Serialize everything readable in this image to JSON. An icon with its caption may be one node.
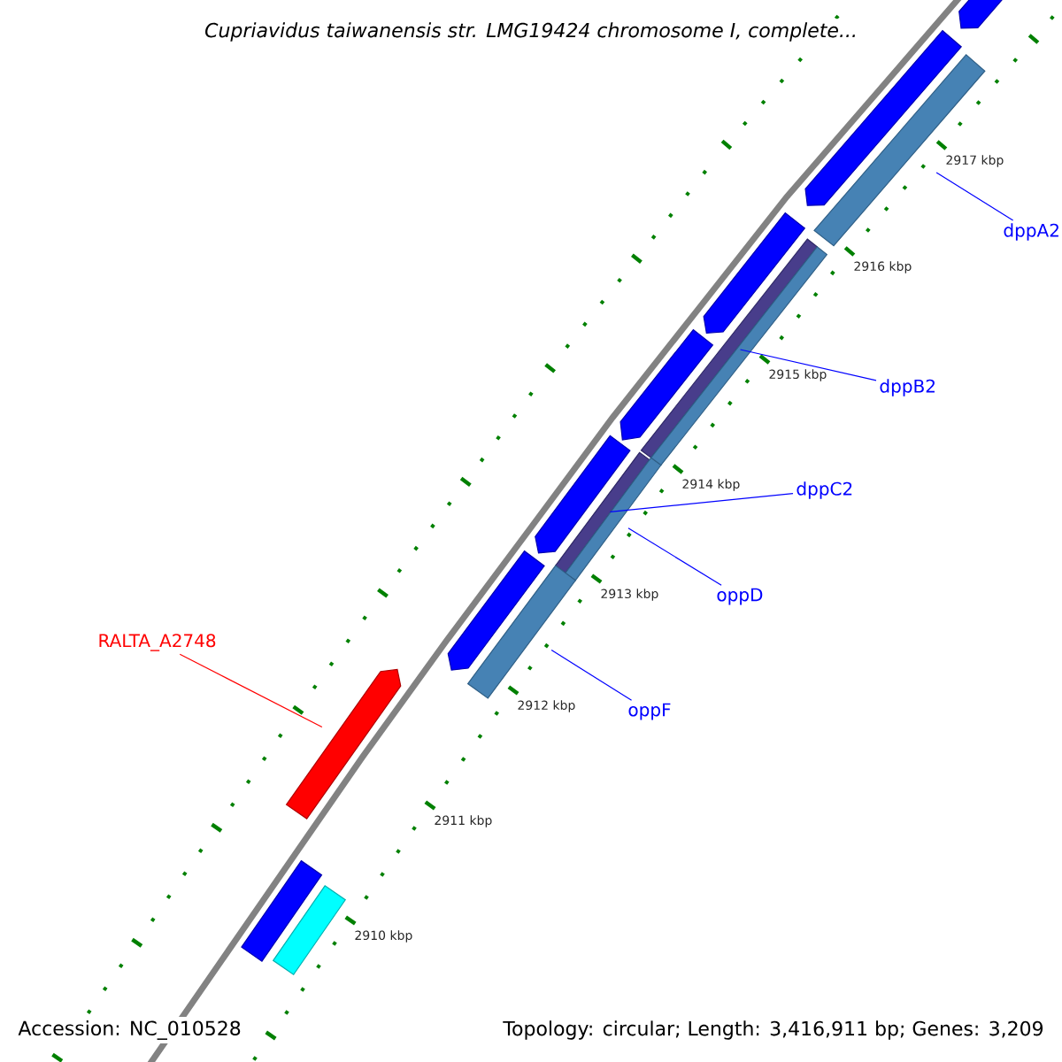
{
  "diagram": {
    "title": "Cupriavidus taiwanensis str. LMG19424 chromosome I, complete...",
    "nodes": [
      {
        "text": [],
        "shape": "arrow"
      },
      {
        "text": [],
        "shape": "arrow"
      },
      {
        "text": [],
        "shape": "bar"
      },
      {
        "text": [
          "dppA2"
        ]
      },
      {
        "text": [],
        "shape": "arrow"
      },
      {
        "text": [],
        "shape": "bar"
      },
      {
        "text": [
          "dppB2"
        ]
      },
      {
        "text": [],
        "shape": "arrow"
      },
      {
        "text": [],
        "shape": "bar"
      },
      {
        "text": [
          "dppC2"
        ]
      },
      {
        "text": [],
        "shape": "arrow"
      },
      {
        "text": [],
        "shape": "bar"
      },
      {
        "text": [
          "oppD"
        ]
      },
      {
        "text": [],
        "shape": "arrow"
      },
      {
        "text": [],
        "shape": "bar"
      },
      {
        "text": [
          "oppF"
        ]
      },
      {
        "text": [
          "RALTA_A2748"
        ]
      },
      {
        "text": [],
        "shape": "arrow"
      },
      {
        "text": [],
        "shape": "bar"
      },
      {
        "text": [],
        "shape": "bar"
      },
      {
        "text": [],
        "shape": "bar"
      }
    ],
    "edges": [
      {
        "from": 3,
        "to": 2,
        "arrow": "none"
      },
      {
        "from": 6,
        "to": 5,
        "arrow": "none"
      },
      {
        "from": 9,
        "to": 8,
        "arrow": "none"
      },
      {
        "from": 12,
        "to": 11,
        "arrow": "none"
      },
      {
        "from": 15,
        "to": 14,
        "arrow": "none"
      },
      {
        "from": 16,
        "to": 17,
        "arrow": "none",
        "color": "#ff0000"
      }
    ],
    "labels": [
      "2917 kbp",
      "2916 kbp",
      "2915 kbp",
      "2914 kbp",
      "2913 kbp",
      "2912 kbp",
      "2911 kbp",
      "2910 kbp",
      "Accession: NC_010528",
      "Topology: circular; Length: 3,416,911 bp; Genes: 3,209"
    ]
  }
}
